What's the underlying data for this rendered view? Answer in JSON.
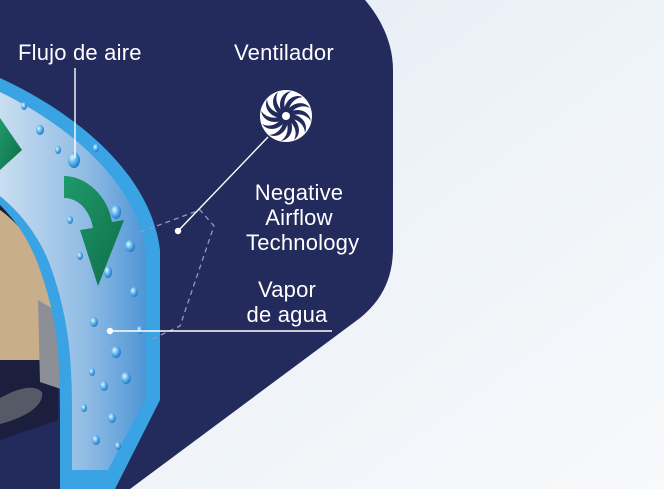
{
  "labels": {
    "airflow": "Flujo de aire",
    "fan": "Ventilador",
    "technology_line1": "Negative",
    "technology_line2": "Airflow",
    "technology_line3": "Technology",
    "vapor_line1": "Vapor",
    "vapor_line2": "de agua"
  },
  "colors": {
    "panel_navy": "#232a5c",
    "water_blue": "#3aa3e3",
    "light_blue": "#a9c7e6",
    "arrow_green": "#16865a",
    "background_sky": "#eef3f8"
  },
  "icons": {
    "fan": "fan-swirl-icon",
    "arrow": "curved-arrow-icon"
  }
}
